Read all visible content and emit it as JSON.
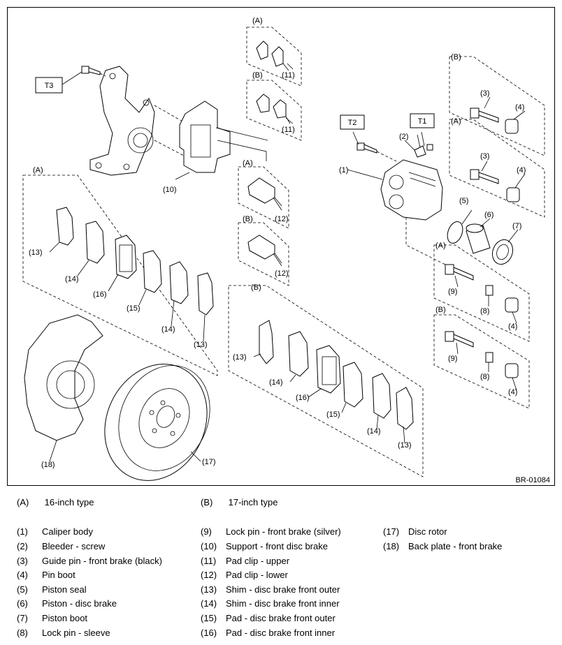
{
  "figure": {
    "ref_code": "BR-01084",
    "variants": {
      "a": "(A)",
      "b": "(B)"
    },
    "tools": {
      "t1": "T1",
      "t2": "T2",
      "t3": "T3"
    },
    "callouts": {
      "c1": "(1)",
      "c2": "(2)",
      "c3": "(3)",
      "c4": "(4)",
      "c5": "(5)",
      "c6": "(6)",
      "c7": "(7)",
      "c8": "(8)",
      "c9": "(9)",
      "c10": "(10)",
      "c11": "(11)",
      "c12": "(12)",
      "c13": "(13)",
      "c14": "(14)",
      "c15": "(15)",
      "c16": "(16)",
      "c17": "(17)",
      "c18": "(18)"
    }
  },
  "legend": {
    "types": [
      {
        "num": "(A)",
        "text": "16-inch type"
      },
      {
        "num": "(B)",
        "text": "17-inch type"
      }
    ],
    "col1": [
      {
        "num": "(1)",
        "text": "Caliper body"
      },
      {
        "num": "(2)",
        "text": "Bleeder - screw"
      },
      {
        "num": "(3)",
        "text": "Guide pin - front brake (black)"
      },
      {
        "num": "(4)",
        "text": "Pin boot"
      },
      {
        "num": "(5)",
        "text": "Piston seal"
      },
      {
        "num": "(6)",
        "text": "Piston - disc brake"
      },
      {
        "num": "(7)",
        "text": "Piston boot"
      },
      {
        "num": "(8)",
        "text": "Lock pin - sleeve"
      }
    ],
    "col2": [
      {
        "num": "(9)",
        "text": "Lock pin - front brake (silver)"
      },
      {
        "num": "(10)",
        "text": "Support - front disc brake"
      },
      {
        "num": "(11)",
        "text": "Pad clip - upper"
      },
      {
        "num": "(12)",
        "text": "Pad clip - lower"
      },
      {
        "num": "(13)",
        "text": "Shim - disc brake front outer"
      },
      {
        "num": "(14)",
        "text": "Shim - disc brake front inner"
      },
      {
        "num": "(15)",
        "text": "Pad - disc brake front outer"
      },
      {
        "num": "(16)",
        "text": "Pad - disc brake front inner"
      }
    ],
    "col3": [
      {
        "num": "(17)",
        "text": "Disc rotor"
      },
      {
        "num": "(18)",
        "text": "Back plate - front brake"
      }
    ]
  }
}
